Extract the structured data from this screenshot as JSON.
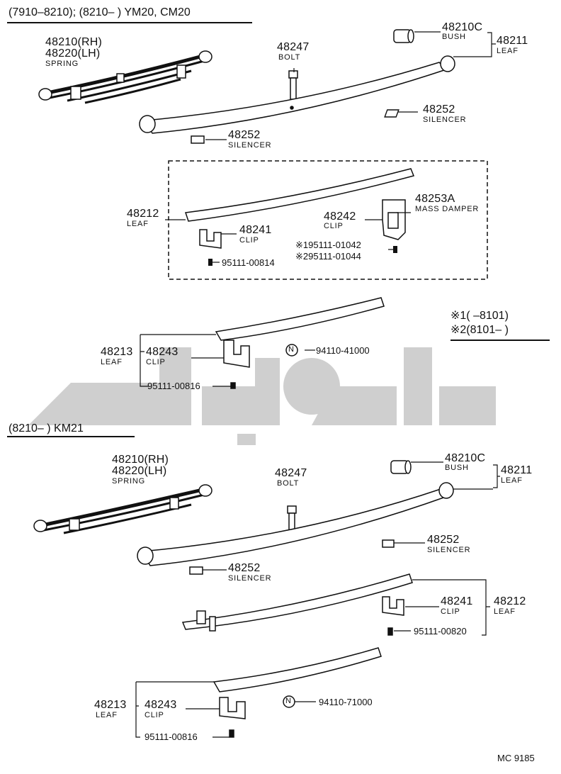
{
  "sections": {
    "upper": {
      "header": "(7910–8210); (8210–       ) YM20, CM20"
    },
    "lower": {
      "header": "(8210–       ) KM21"
    }
  },
  "notes": {
    "line1": "※1(      –8101)",
    "line2": "※2(8101–      )"
  },
  "labels": {
    "u_spring_rh": "48210(RH)",
    "u_spring_lh": "48220(LH)",
    "u_spring_name": "SPRING",
    "u_bolt_num": "48247",
    "u_bolt_name": "BOLT",
    "u_bush_num": "48210C",
    "u_bush_name": "BUSH",
    "u_leaf1_num": "48211",
    "u_leaf1_name": "LEAF",
    "u_sil_right_num": "48252",
    "u_sil_right_name": "SILENCER",
    "u_sil_left_num": "48252",
    "u_sil_left_name": "SILENCER",
    "u_leaf2_num": "48212",
    "u_leaf2_name": "LEAF",
    "u_damper_num": "48253A",
    "u_damper_name": "MASS DAMPER",
    "u_clip2_num": "48242",
    "u_clip2_name": "CLIP",
    "u_clip1_num": "48241",
    "u_clip1_name": "CLIP",
    "u_rivet_a": "※195111-01042",
    "u_rivet_b": "※295111-01044",
    "u_rivet_c": "95111-00814",
    "u_leaf3_num": "48213",
    "u_leaf3_name": "LEAF",
    "u_clip3_num": "48243",
    "u_clip3_name": "CLIP",
    "u_nut": "94110-41000",
    "u_rivet_d": "95111-00816",
    "l_spring_rh": "48210(RH)",
    "l_spring_lh": "48220(LH)",
    "l_spring_name": "SPRING",
    "l_bolt_num": "48247",
    "l_bolt_name": "BOLT",
    "l_bush_num": "48210C",
    "l_bush_name": "BUSH",
    "l_leaf1_num": "48211",
    "l_leaf1_name": "LEAF",
    "l_sil_right_num": "48252",
    "l_sil_right_name": "SILENCER",
    "l_sil_left_num": "48252",
    "l_sil_left_name": "SILENCER",
    "l_clip1_num": "48241",
    "l_clip1_name": "CLIP",
    "l_leaf2_num": "48212",
    "l_leaf2_name": "LEAF",
    "l_rivet_a": "95111-00820",
    "l_leaf3_num": "48213",
    "l_leaf3_name": "LEAF",
    "l_clip3_num": "48243",
    "l_clip3_name": "CLIP",
    "l_nut": "94110-71000",
    "l_rivet_d": "95111-00816",
    "nut_symbol": "N"
  },
  "footer": {
    "code": "MC  9185"
  }
}
